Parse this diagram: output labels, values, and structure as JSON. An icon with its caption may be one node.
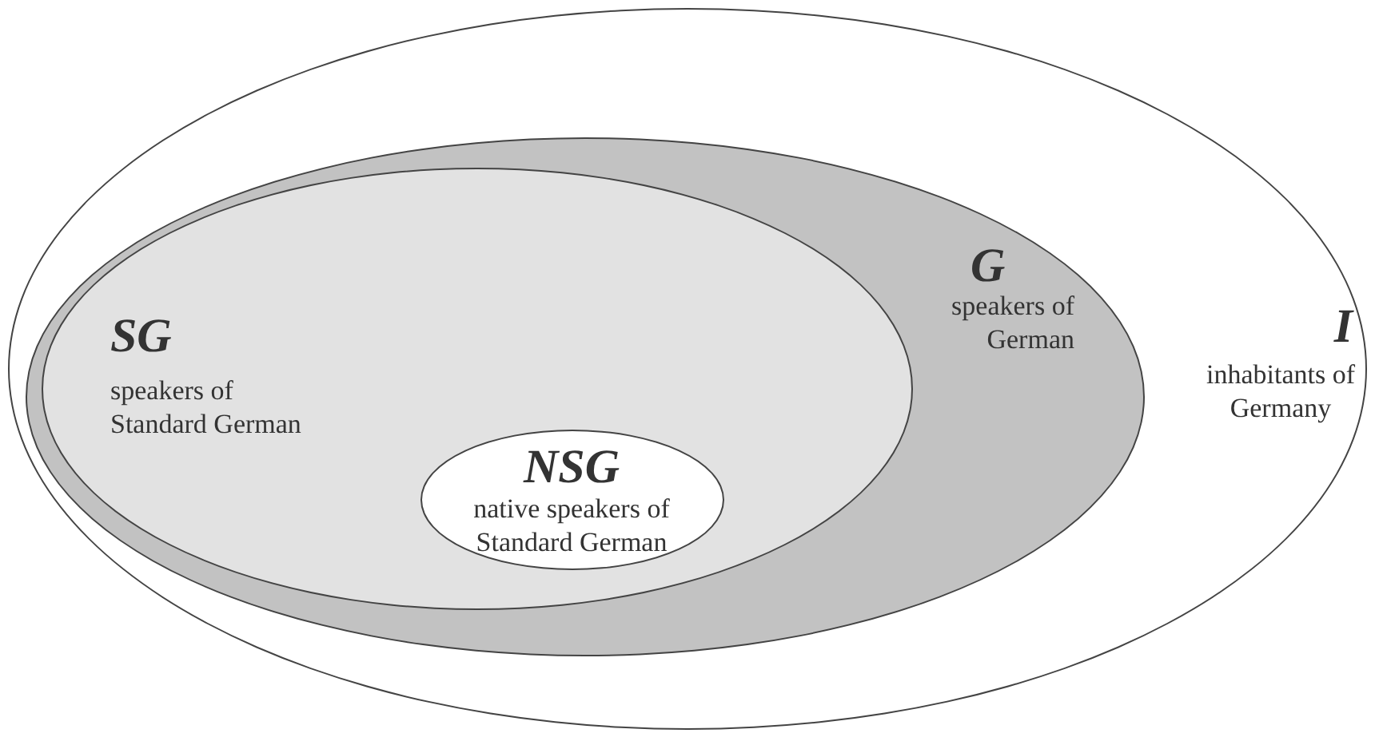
{
  "diagram": {
    "nodes": [
      {
        "text": [
          "I",
          "inhabitants of Germany"
        ]
      },
      {
        "text": [
          "G",
          "speakers of German"
        ],
        "in": 0
      },
      {
        "text": [
          "SG",
          "speakers of Standard German"
        ],
        "in": 1
      },
      {
        "text": [
          "NSG",
          "native speakers of Standard German"
        ],
        "in": 2
      }
    ]
  }
}
